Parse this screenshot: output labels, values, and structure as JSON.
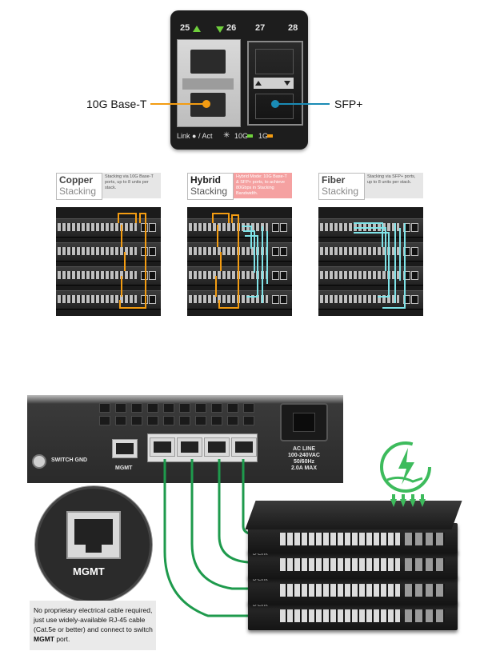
{
  "ports_panel": {
    "port_numbers": [
      "25",
      "26",
      "27",
      "28"
    ],
    "legend": {
      "link_act": "Link ● / Act",
      "ten_g": "10G",
      "one_g": "1G"
    }
  },
  "callouts": {
    "copper_port": "10G Base-T",
    "fiber_port": "SFP+"
  },
  "stacking": [
    {
      "title1": "Copper",
      "title2": "Stacking",
      "desc": "Stacking via 10G Base-T ports, up to 8 units per stack.",
      "accent": "#f39c12"
    },
    {
      "title1": "Hybrid",
      "title2": "Stacking",
      "desc": "Hybrid Mode: 10G Base-T & SFP+ ports, to achieve 80Gbps in Stacking Bandwidth.",
      "accent": "#f28b8b"
    },
    {
      "title1": "Fiber",
      "title2": "Stacking",
      "desc": "Stacking via SFP+ ports, up to 8 units per stack.",
      "accent": "#7fe3e8"
    }
  ],
  "chassis": {
    "switch_gnd": "SWITCH GND",
    "mgmt_small": "MGMT",
    "ac_line": [
      "AC LINE",
      "100-240VAC",
      "50/60Hz",
      "2.0A MAX"
    ]
  },
  "mgmt_zoom_label": "MGMT",
  "note": {
    "text_before": "No proprietary electrical cable required, just use widely-available RJ-45 cable (Cat.5e or better) and connect to switch ",
    "text_bold": "MGMT",
    "text_after": " port."
  },
  "colors": {
    "orange": "#f39c12",
    "cyan": "#7fe3e8",
    "green_cable": "#1e9a4c",
    "eco_green": "#3dbb5c"
  },
  "icons": [
    "link-dot-icon",
    "activity-icon",
    "eco-power-hand-icon",
    "ground-screw-icon"
  ]
}
